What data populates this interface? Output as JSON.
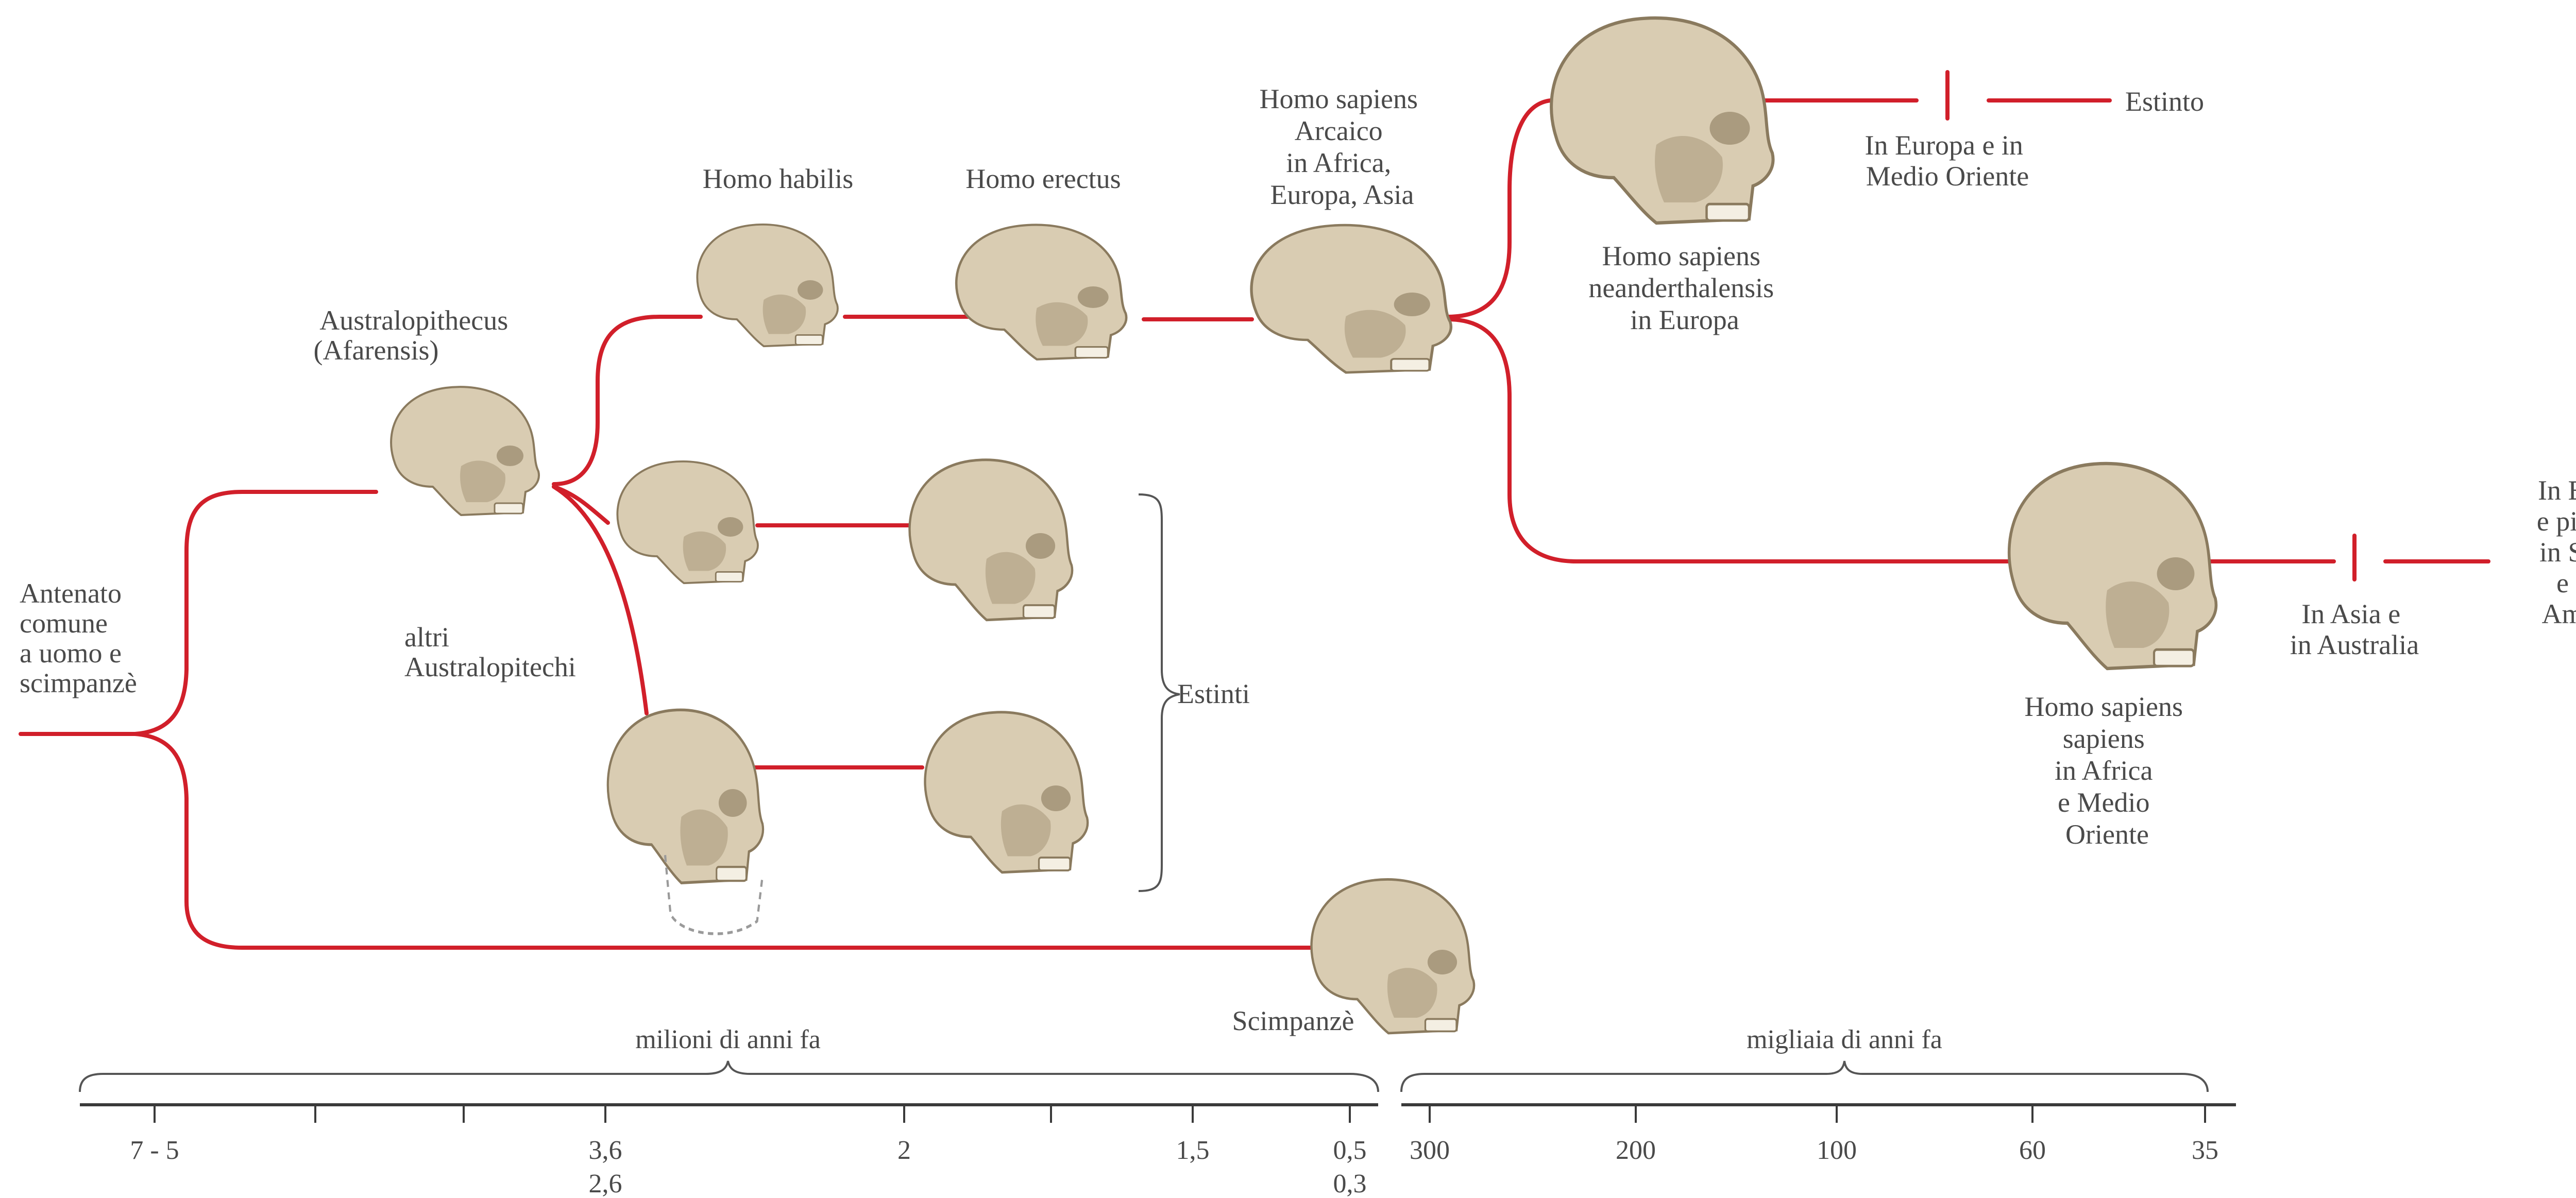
{
  "colors": {
    "branch": "#d11f2a",
    "skull_fill": "#d9ccb2",
    "skull_shade": "#a8977a",
    "text": "#4a4a4a",
    "axis": "#3a3a3a"
  },
  "labels": {
    "common_ancestor": [
      "Antenato",
      "comune",
      "a uomo e",
      "scimpanzè"
    ],
    "australopithecus": [
      "Australopithecus",
      "(Afarensis)"
    ],
    "other_australopithecines": [
      "altri",
      "Australopitechi"
    ],
    "homo_habilis": "Homo habilis",
    "homo_erectus": "Homo erectus",
    "archaic_sapiens": [
      "Homo sapiens",
      "Arcaico",
      "in Africa,",
      "Europa, Asia"
    ],
    "neanderthal": [
      "Homo sapiens",
      "neanderthalensis",
      "in Europa"
    ],
    "neanderthal_range": [
      "In Europa e in",
      "Medio Oriente"
    ],
    "extinct_single": "Estinto",
    "extinct_group": "Estinti",
    "sapiens_sapiens": [
      "Homo sapiens",
      "sapiens",
      "in Africa",
      "e Medio",
      "Oriente"
    ],
    "sapiens_asia": [
      "In Asia e",
      "in Australia"
    ],
    "sapiens_later": [
      "In Europa",
      "e più tardi",
      "in Siberia",
      "e nelle",
      "Americhe"
    ],
    "chimpanzee": "Scimpanzè"
  },
  "timeline": {
    "millions_caption": "milioni di anni fa",
    "thousands_caption": "migliaia di anni fa",
    "millions_ticks": [
      {
        "top": "7 - 5",
        "bottom": ""
      },
      {
        "top": "",
        "bottom": ""
      },
      {
        "top": "",
        "bottom": ""
      },
      {
        "top": "3,6",
        "bottom": "2,6"
      },
      {
        "top": "2",
        "bottom": ""
      },
      {
        "top": "",
        "bottom": ""
      },
      {
        "top": "1,5",
        "bottom": ""
      },
      {
        "top": "0,5",
        "bottom": "0,3"
      }
    ],
    "thousands_ticks": [
      "300",
      "200",
      "100",
      "60",
      "35"
    ]
  },
  "icons": {
    "skulls": [
      "australopithecus-skull-icon",
      "homo-habilis-skull-icon",
      "homo-erectus-skull-icon",
      "archaic-sapiens-skull-icon",
      "neanderthal-skull-icon",
      "sapiens-sapiens-skull-icon",
      "other-australopithecine-skull-icon",
      "chimpanzee-skull-icon"
    ]
  }
}
